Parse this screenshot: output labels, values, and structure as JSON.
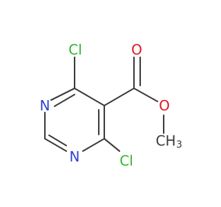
{
  "atoms": {
    "cl_top": {
      "symbol": "Cl",
      "color": "#2db52d"
    },
    "cl_bottom": {
      "symbol": "Cl",
      "color": "#2db52d"
    },
    "n_top": {
      "symbol": "N",
      "color": "#2f3fd0"
    },
    "n_bottom": {
      "symbol": "N",
      "color": "#2f3fd0"
    },
    "o_carbonyl": {
      "symbol": "O",
      "color": "#e0141e"
    },
    "o_ester": {
      "symbol": "O",
      "color": "#e0141e"
    },
    "methyl": {
      "symbol": "CH",
      "subscript": "3",
      "color": "#3a3a3a"
    }
  },
  "bond_color": "#3a3a3a"
}
